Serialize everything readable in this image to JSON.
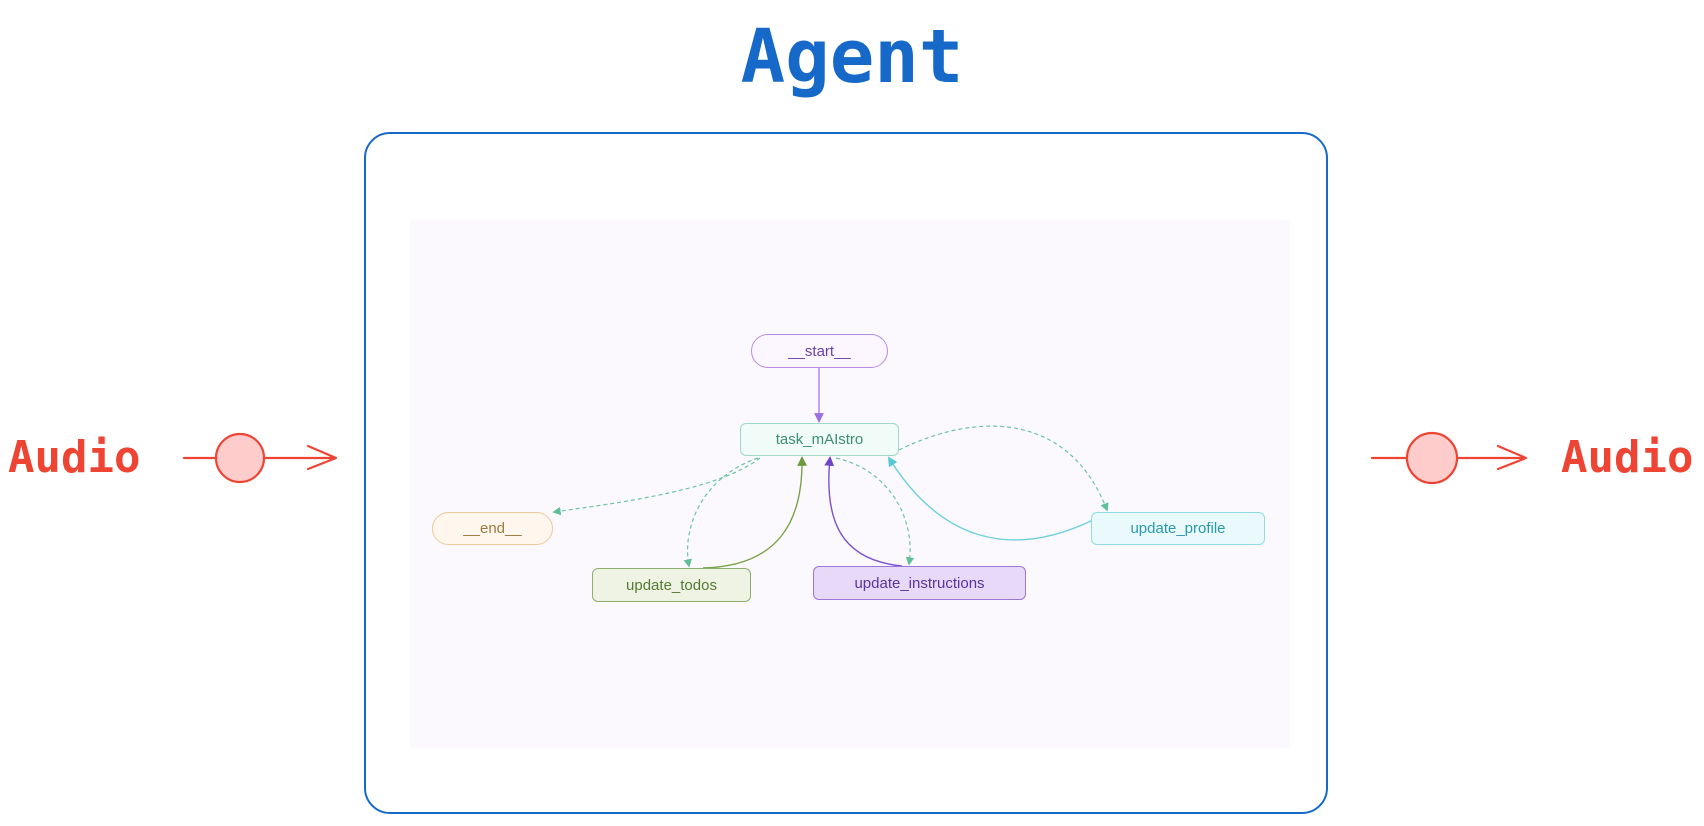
{
  "title": "Agent",
  "audio": {
    "input_label": "Audio",
    "output_label": "Audio"
  },
  "graph": {
    "nodes": {
      "start": "__start__",
      "task": "task_mAIstro",
      "end": "__end__",
      "todos": "update_todos",
      "instructions": "update_instructions",
      "profile": "update_profile"
    },
    "edges": [
      {
        "from": "__start__",
        "to": "task_mAIstro",
        "style": "solid"
      },
      {
        "from": "task_mAIstro",
        "to": "__end__",
        "style": "dashed"
      },
      {
        "from": "task_mAIstro",
        "to": "update_todos",
        "style": "dashed"
      },
      {
        "from": "update_todos",
        "to": "task_mAIstro",
        "style": "solid"
      },
      {
        "from": "task_mAIstro",
        "to": "update_instructions",
        "style": "dashed"
      },
      {
        "from": "update_instructions",
        "to": "task_mAIstro",
        "style": "solid"
      },
      {
        "from": "task_mAIstro",
        "to": "update_profile",
        "style": "dashed"
      },
      {
        "from": "update_profile",
        "to": "task_mAIstro",
        "style": "solid"
      }
    ]
  },
  "colors": {
    "title": "#1769c9",
    "frame": "#1769c9",
    "audio": "#ee4433",
    "start": "#b98be6",
    "task": "#9fd8c4",
    "end": "#ecc99a",
    "todos": "#8fae6e",
    "instructions": "#9a78d6",
    "profile": "#8fdbe3"
  }
}
